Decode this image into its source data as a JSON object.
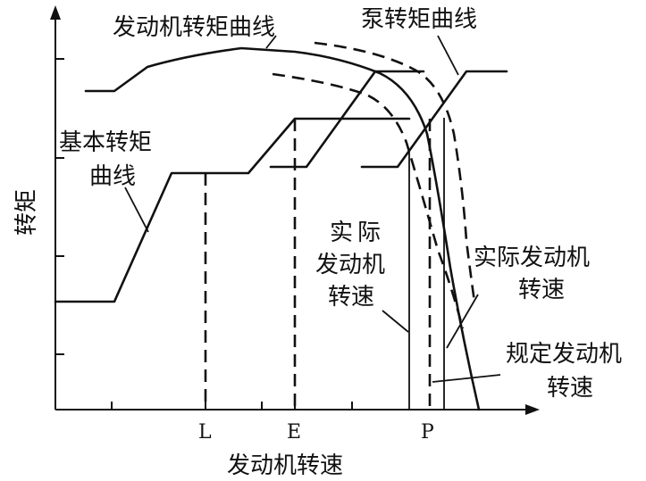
{
  "labels": {
    "engine_torque_curve": "发动机转矩曲线",
    "pump_torque_curve": "泵转矩曲线",
    "base_torque_line1": "基本转矩",
    "base_torque_line2": "曲线",
    "actual_speed_a1": "实",
    "actual_speed_a2": "际",
    "actual_speed_b": "发动机",
    "actual_speed_c": "转速",
    "actual_engine_speed_1": "实际发动机",
    "actual_engine_speed_2": "转速",
    "rated_engine_speed_1": "规定发动机",
    "rated_engine_speed_2": "转速"
  },
  "axes": {
    "y_label": "转矩",
    "x_label": "发动机转速",
    "ticks": {
      "L": "L",
      "E": "E",
      "P": "P"
    }
  }
}
